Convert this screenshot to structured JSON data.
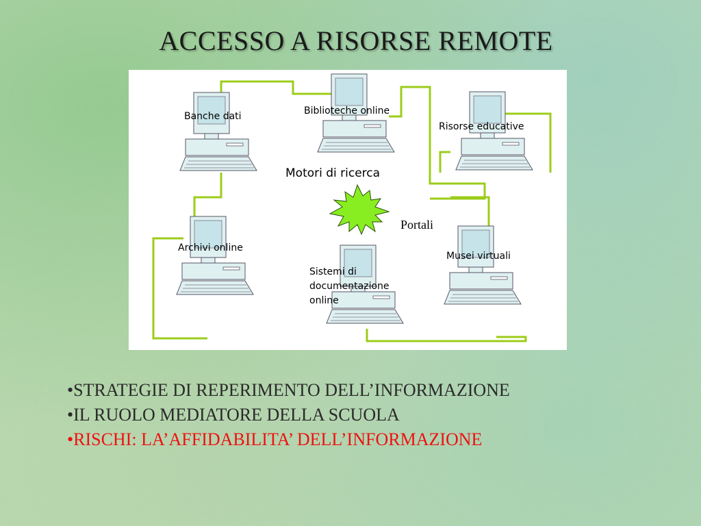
{
  "title": "ACCESSO A RISORSE REMOTE",
  "diagram": {
    "nodes": [
      {
        "id": "banche-dati",
        "label": "Banche dati"
      },
      {
        "id": "biblioteche-online",
        "label": "Biblioteche online"
      },
      {
        "id": "risorse-educative",
        "label": "Risorse educative"
      },
      {
        "id": "archivi-online",
        "label": "Archivi online"
      },
      {
        "id": "sistemi-documentazione",
        "label": "Sistemi di\ndocumentazione\nonline"
      },
      {
        "id": "musei-virtuali",
        "label": "Musei virtuali"
      }
    ],
    "center_label": "Motori di ricerca",
    "portal_label": "Portali",
    "icons": {
      "computer": "computer-icon",
      "star": "starburst-icon"
    },
    "colors": {
      "connection": "#9ccc1a",
      "starburst": "#88ee22",
      "monitor_screen": "#c5e3e8",
      "computer_body": "#dff0f0"
    }
  },
  "bullets": [
    {
      "text": "•STRATEGIE DI REPERIMENTO DELL’INFORMAZIONE",
      "highlight": false
    },
    {
      "text": "•IL RUOLO MEDIATORE DELLA SCUOLA",
      "highlight": false
    },
    {
      "text": "•RISCHI: LA’AFFIDABILITA’ DELL’INFORMAZIONE",
      "highlight": true
    }
  ],
  "highlight_color": "#ee1111"
}
